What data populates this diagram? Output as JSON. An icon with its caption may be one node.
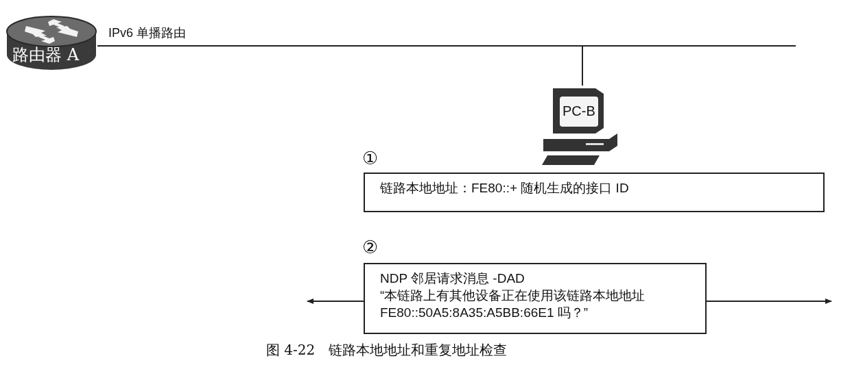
{
  "diagram": {
    "caption": "图 4-22　链路本地地址和重复地址检查",
    "nodes": [
      {
        "text": [
          "路由器 A"
        ]
      },
      {
        "text": [
          "PC-B"
        ]
      },
      {
        "text": [
          "链路本地地址：FE80::+ 随机生成的接口 ID"
        ],
        "beside": [
          "①"
        ]
      },
      {
        "text": [
          "NDP 邻居请求消息 -DAD",
          "“本链路上有其他设备正在使用该链路本地地址 FE80::50A5:8A35:A5BB:66E1 吗？”"
        ],
        "beside": [
          "②"
        ]
      }
    ],
    "edges": [
      {
        "from": 0,
        "to": 1,
        "arrow": "none",
        "label": "IPv6 单播路由"
      },
      {
        "from": 0,
        "to": null,
        "arrow": "none"
      },
      {
        "from": 3,
        "to": null,
        "arrow": "to"
      },
      {
        "from": 3,
        "to": null,
        "arrow": "to"
      }
    ]
  }
}
